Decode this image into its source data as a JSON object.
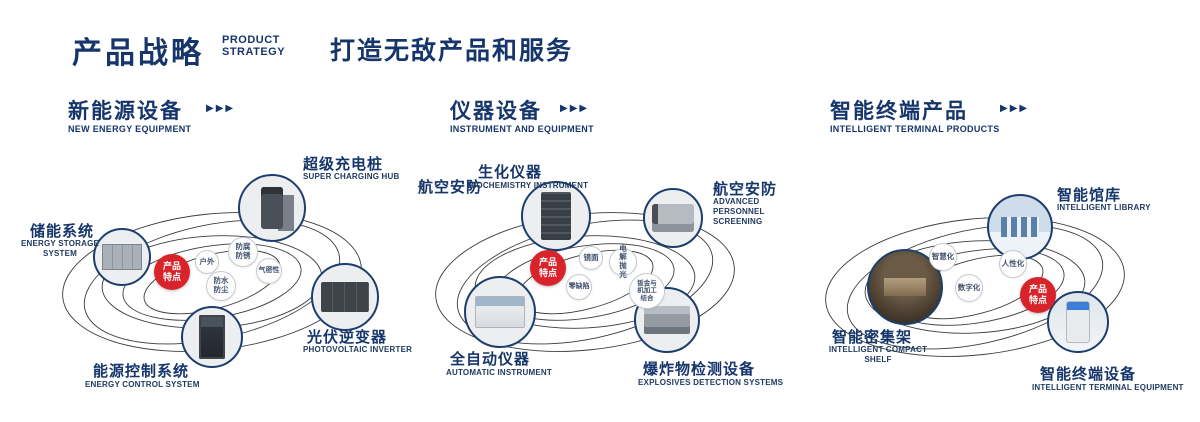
{
  "header": {
    "title": "产品战略",
    "subtitle": [
      "PRODUCT",
      "STRATEGY"
    ],
    "tagline": "打造无敌产品和服务"
  },
  "icons": {
    "triple_arrow": "▶▶▶"
  },
  "colors": {
    "navy": "#16366b",
    "red": "#d8232a"
  },
  "sections": [
    {
      "title": "新能源设备",
      "subtitle": "NEW ENERGY EQUIPMENT",
      "badge": "产品特点",
      "features": [
        "户外",
        "防腐防锈",
        "气密性",
        "防水防尘"
      ],
      "items": [
        {
          "zh": "超级充电桩",
          "en": "SUPER CHARGING HUB"
        },
        {
          "zh": "储能系统",
          "en": "ENERGY STORAGE SYSTEM"
        },
        {
          "zh": "光伏逆变器",
          "en": "PHOTOVOLTAIC INVERTER"
        },
        {
          "zh": "能源控制系统",
          "en": "ENERGY CONTROL SYSTEM"
        }
      ]
    },
    {
      "title": "仪器设备",
      "subtitle": "INSTRUMENT AND EQUIPMENT",
      "badge": "产品特点",
      "extra_label": "航空安防",
      "features": [
        "镜面",
        "电解抛光",
        "零缺陷",
        "钣金与机加工结合"
      ],
      "items": [
        {
          "zh": "生化仪器",
          "en": "BIOCHEMISTRY INSTRUMENT"
        },
        {
          "zh": "航空安防",
          "en": "ADVANCED PERSONNEL SCREENING"
        },
        {
          "zh": "全自动仪器",
          "en": "AUTOMATIC INSTRUMENT"
        },
        {
          "zh": "爆炸物检测设备",
          "en": "EXPLOSIVES DETECTION SYSTEMS"
        }
      ]
    },
    {
      "title": "智能终端产品",
      "subtitle": "INTELLIGENT TERMINAL PRODUCTS",
      "badge": "产品特点",
      "features": [
        "智慧化",
        "人性化",
        "数字化"
      ],
      "items": [
        {
          "zh": "智能馆库",
          "en": "INTELLIGENT LIBRARY"
        },
        {
          "zh": "智能密集架",
          "en": "INTELLIGENT COMPACT SHELF"
        },
        {
          "zh": "智能终端设备",
          "en": "INTELLIGENT TERMINAL EQUIPMENT"
        }
      ]
    }
  ]
}
